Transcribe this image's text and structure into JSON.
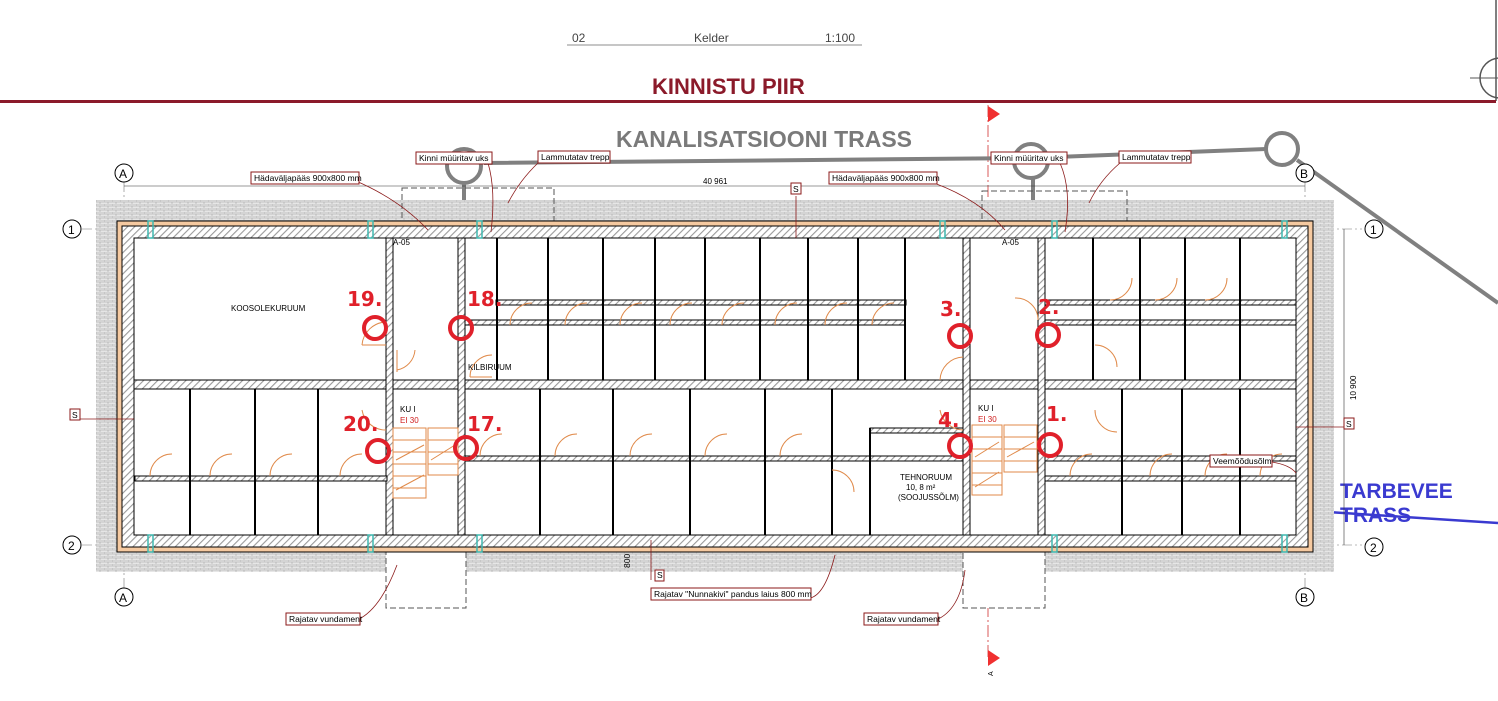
{
  "title_block": {
    "number": "02",
    "name": "Kelder",
    "scale": "1:100"
  },
  "boundary_label": "KINNISTU PIIR",
  "sewer_label": "KANALISATSIOONI TRASS",
  "water_label": [
    "TARBEVEE",
    "TRASS"
  ],
  "section_mark": "A",
  "grid": {
    "columns": [
      "A",
      "B"
    ],
    "rows": [
      "1",
      "2"
    ]
  },
  "dimensions": {
    "length": "40 961",
    "width": "10 900",
    "ramp": "800"
  },
  "callouts": {
    "emergency_exit_left": "Hädaväljapääs 900x800 mm",
    "emergency_exit_right": "Hädaväljapääs 900x800 mm",
    "walled_door_left": "Kinni müüritav uks",
    "walled_door_right": "Kinni müüritav uks",
    "stair_demolish_left": "Lammutatav trepp",
    "stair_demolish_right": "Lammutatav trepp",
    "foundation_left": "Rajatav vundament",
    "foundation_right": "Rajatav vundament",
    "ramp": "Rajatav \"Nunnakivi\" pandus laius 800 mm",
    "water_meter": "Veemõõdusõlm",
    "s_tag": "S"
  },
  "rooms": {
    "meeting": "KOOSOLEKURUUM",
    "switch": "KILBIRUUM",
    "stair_left": "KU I",
    "stair_right": "KU I",
    "fire_class": "EI 30",
    "tech": [
      "TEHNORUUM",
      "10, 8 m²",
      "(SOOJUSSÕLM)"
    ],
    "door_code": "A-05"
  },
  "markers": [
    "1.",
    "2.",
    "3.",
    "4.",
    "17.",
    "18.",
    "19.",
    "20."
  ],
  "colors": {
    "boundary": "#8b1a2a",
    "marker": "#e0202a",
    "water": "#3a3ad0",
    "sewer": "#808080",
    "wall_face": "#f5c9a0"
  }
}
